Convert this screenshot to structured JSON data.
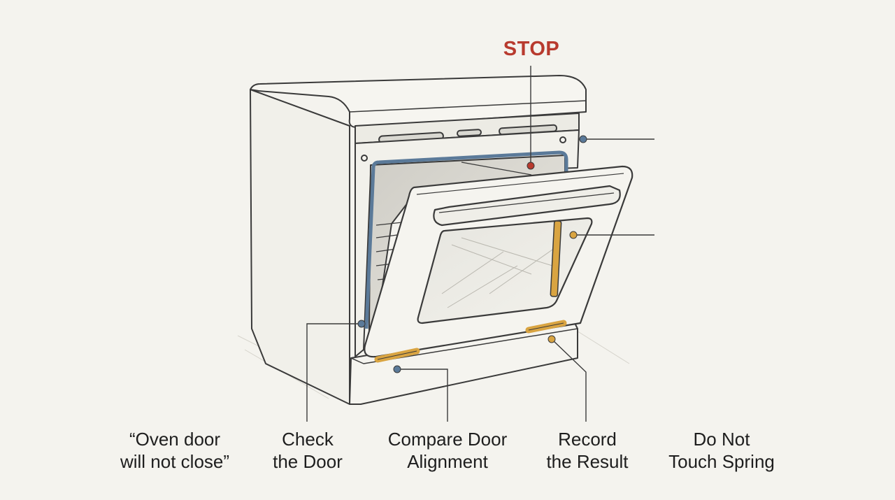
{
  "annotations": {
    "stop": "STOP"
  },
  "captions": {
    "oven_door": {
      "line1": "“Oven door",
      "line2": "will not close”"
    },
    "check": {
      "line1": "Check",
      "line2": "the Door"
    },
    "compare": {
      "line1": "Compare Door",
      "line2": "Alignment"
    },
    "record": {
      "line1": "Record",
      "line2": "the Result"
    },
    "spring": {
      "line1": "Do Not",
      "line2": "Touch Spring"
    }
  },
  "colors": {
    "background": "#f4f3ee",
    "ink": "#3a3a3a",
    "stop_red": "#b83a2e",
    "gasket_blue": "#5b7a99",
    "spring_gold": "#d9a441",
    "marker_blue": "#5b7a99"
  },
  "icons": {
    "illustration": "oven-with-open-door",
    "stop_marker": "red-dot",
    "hinge_marker": "gold-dot",
    "alignment_marker": "blue-dot"
  }
}
